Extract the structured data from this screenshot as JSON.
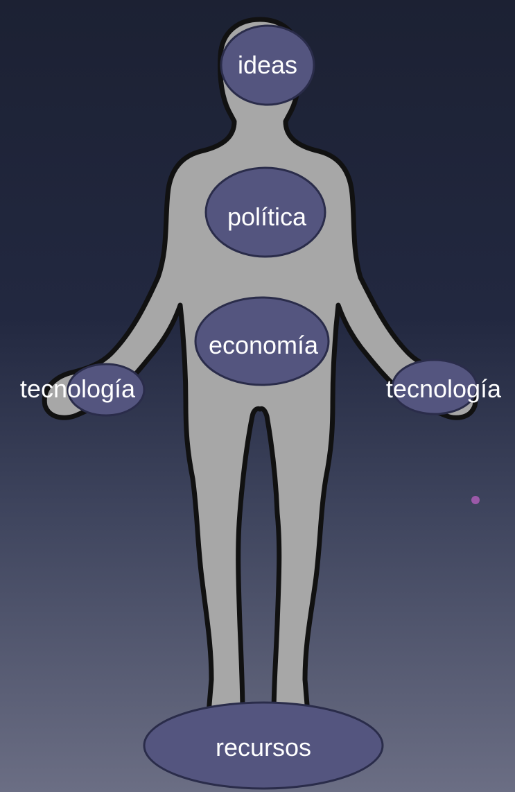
{
  "diagram": {
    "labels": {
      "ideas": "ideas",
      "politica": "política",
      "economia": "economía",
      "tecnologia_left": "tecnología",
      "tecnologia_right": "tecnología",
      "recursos": "recursos"
    }
  },
  "colors": {
    "background_top": "#1c2133",
    "background_bottom": "#6b6e84",
    "silhouette_fill": "#a7a7a7",
    "silhouette_outline": "#111111",
    "ellipse_fill": "#54557f",
    "ellipse_border": "#2a2c4a",
    "label_text": "#ffffff",
    "bullet": "#9b59a8"
  }
}
